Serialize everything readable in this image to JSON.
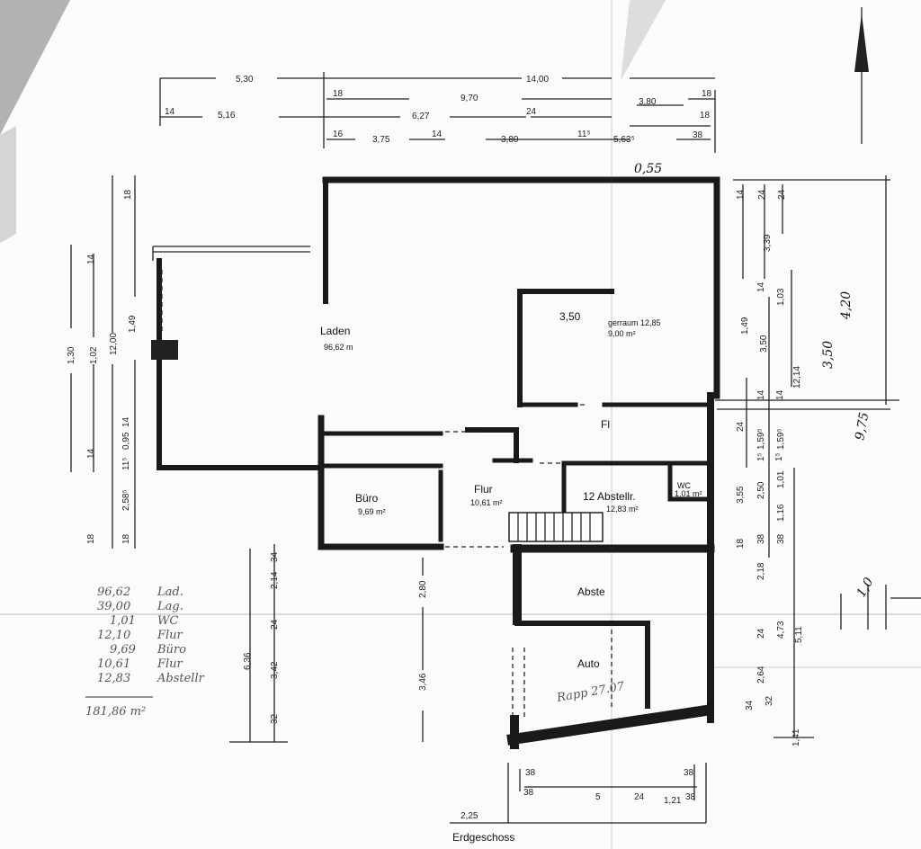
{
  "title": "Erdgeschoss",
  "rooms": {
    "laden": {
      "name": "Laden",
      "area": "96,62 m"
    },
    "lager": {
      "name": "gerraum 12,85",
      "area": "9,00 m²",
      "dim": "3,50"
    },
    "buero": {
      "name": "Büro",
      "area": "9,69 m²"
    },
    "flur": {
      "name": "Flur",
      "area": "10,61 m²"
    },
    "flur2": {
      "name": "Fl"
    },
    "abstell": {
      "name": "12 Abstellr.",
      "area": "12,83 m²"
    },
    "wc": {
      "name": "WC",
      "area": "1,01 m²"
    },
    "abste": {
      "name": "Abste"
    },
    "auto": {
      "name": "Auto"
    }
  },
  "dims": {
    "top": [
      "5,30",
      "14,00",
      "18",
      "9,70",
      "3,80",
      "18",
      "14",
      "5,16",
      "6,27",
      "24",
      "18",
      "16",
      "3,75",
      "14",
      "3,80",
      "11⁵",
      "5,63⁵",
      "38"
    ],
    "left": [
      "1,30",
      "1,02",
      "12,00",
      "1,49",
      "18",
      "14",
      "14",
      "14",
      "0,95",
      "11⁵",
      "2,58⁵",
      "18",
      "18"
    ],
    "lower": [
      "34",
      "2,14",
      "24",
      "6,36",
      "3,42",
      "32",
      "2,80",
      "3,46"
    ],
    "right": [
      "14",
      "24",
      "24",
      "3,39",
      "14",
      "1,03",
      "1,49",
      "3,50",
      "12,14",
      "14",
      "14",
      "24",
      "1,59⁵",
      "1,59⁵",
      "1⁵",
      "1⁵",
      "3,55",
      "2,50",
      "1,01",
      "1,16",
      "18",
      "38",
      "38",
      "2,18",
      "24",
      "4,73",
      "5,11",
      "2,64",
      "34",
      "32",
      "1,41"
    ],
    "bottom": [
      "38",
      "38",
      "38",
      "5",
      "24",
      "1,21",
      "38",
      "2,25"
    ]
  },
  "handwritten": {
    "marks": [
      "0,55",
      "3,50",
      "4,20",
      "9,75",
      "1,0",
      "Rapp 27.07"
    ],
    "area_list": [
      {
        "value": "96,62",
        "label": "Lad."
      },
      {
        "value": "39,00",
        "label": "Lag."
      },
      {
        "value": "1,01",
        "label": "WC"
      },
      {
        "value": "12,10",
        "label": "Flur"
      },
      {
        "value": "9,69",
        "label": "Büro"
      },
      {
        "value": "10,61",
        "label": "Flur"
      },
      {
        "value": "12,83",
        "label": "Abstellr"
      }
    ],
    "total": "181,86 m²"
  }
}
